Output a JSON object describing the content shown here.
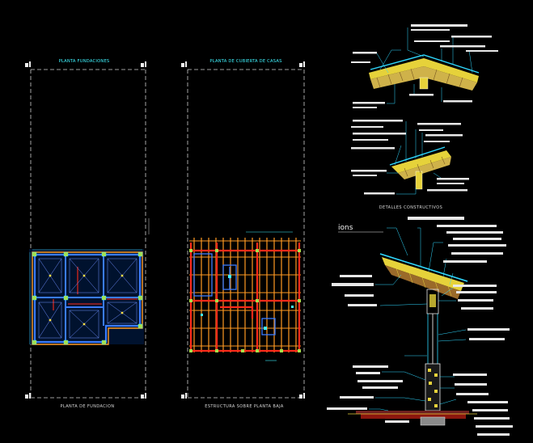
{
  "drawing": {
    "title_foundations_plan": "PLANTA FUNDACIONES",
    "title_roof_plan": "PLANTA DE CUBIERTA DE CASAS",
    "caption_foundations": "PLANTA DE FUNDACION",
    "caption_structure": "ESTRUCTURA SOBRE PLANTA BAJA",
    "title_details": "DETALLES CONSTRUCTIVOS",
    "section_fragment": "ions"
  },
  "colors": {
    "background": "#000000",
    "title_text": "#3ff4ff",
    "caption_text": "#d8d8d8",
    "wall_blue": "#3a7cff",
    "beam_red": "#ff2a1a",
    "rafter_orange": "#ff9a22",
    "roof_yellow": "#e6d23a",
    "hatch_green": "#9ad94e",
    "leader_cyan": "#2fd8ff",
    "label_block": "#e8e8e8"
  }
}
